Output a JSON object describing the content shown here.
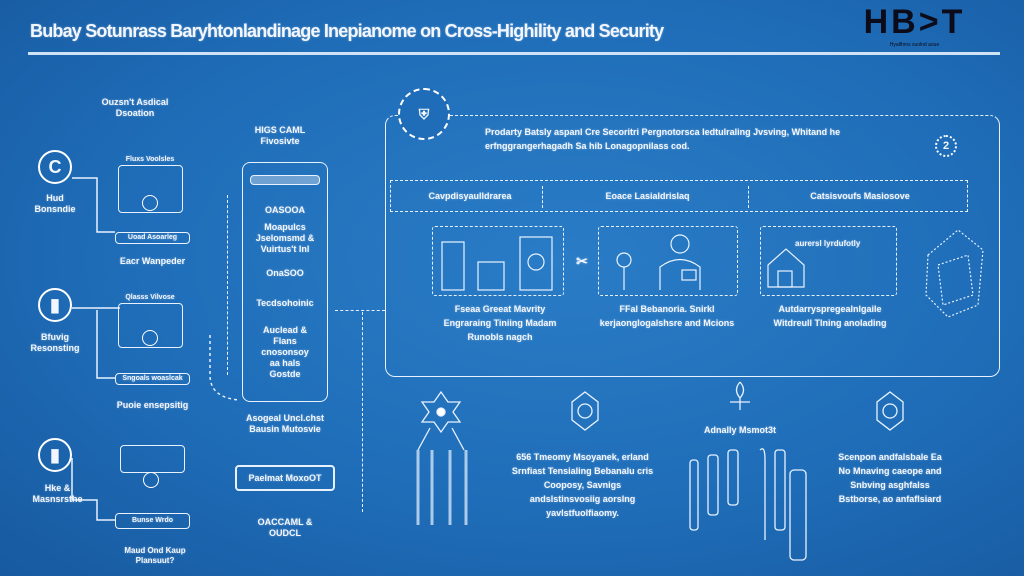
{
  "title": "Bubay Sotunrass Baryhtonlandinage Inepianome on Cross-Highility and Security",
  "logo": {
    "text": "HB>T",
    "subtitle": "Hyalthms suolnd aoue"
  },
  "left": {
    "heading": "Ouzsn't Asdical Dsoation",
    "items": [
      {
        "icon": "copyright-circle-icon",
        "glyph": "C",
        "label": "Hud Bonsndie",
        "device_title": "Fluxs Voolsles",
        "bar": "Uoad Asoarleg",
        "caption": "Eacr Wanpeder"
      },
      {
        "icon": "battery-circle-icon",
        "glyph": "▮",
        "label": "Bfuvig Resonsting",
        "device_title": "Qlasss Vilvose",
        "bar": "Sngoals woaslcak",
        "caption": "Puoie ensepsitig"
      },
      {
        "icon": "bottle-circle-icon",
        "glyph": "▮",
        "label": "Hke & Masnsrsthe",
        "device_title": "",
        "bar": "Bunse Wrdo",
        "caption": "Maud Ond Kaup Plansuut?"
      }
    ]
  },
  "middle": {
    "heading": "HIGS CAML Fivosivte",
    "panel_items": [
      "OASOOA",
      "Moapulcs Jselomsmd & Vuirtus't Inl",
      "OnaSOO",
      "Tecdsohoinic",
      "Auclead & Flans cnosonsoy aa hals Gostde"
    ],
    "note": "Asogeal Uncl.chst Bausin Mutosvie",
    "button": "Paelmat MoxoOT",
    "footer": "OACCAML & OUDCL"
  },
  "right": {
    "description": "Prodarty Batsly aspanl Cre Secoritri Pergnotorsca Iedtulraling Jvsving, Whitand he erfnggrangerhagadh Sa hib Lonagopnilass cod.",
    "badge": "2",
    "columns": [
      "Cavpdisyaulldrarea",
      "Eoace Lasialdrislaq",
      "Catsisvoufs Masiosove"
    ],
    "panels": [
      {
        "caption": "Fseaa Greeat Mavrity Engraraing Tiniing Madam Runobls nagch"
      },
      {
        "caption": "FFal Bebanoria. Snirkl kerjaonglogalshsre and Mcions"
      },
      {
        "inset": "aurersl lyrdufotly",
        "caption": "Autdarryspregealnlgaile Witdreull Tlning anolading"
      }
    ]
  },
  "bottom": {
    "items": [
      {
        "caption": ""
      },
      {
        "caption": "656 Tmeomy Msoyanek, erland Srnfiast Tensialing Bebanalu cris Cooposy, Savnigs andslstinsvosiig aorslng yavlstfuolfiaomy."
      },
      {
        "caption": "Adnally Msmot3t"
      },
      {
        "caption": "Scenpon andfalsbale Ea No Mnaving caeope and Snbving asghfalss Bstborse, ao anfaflsiard"
      }
    ]
  }
}
